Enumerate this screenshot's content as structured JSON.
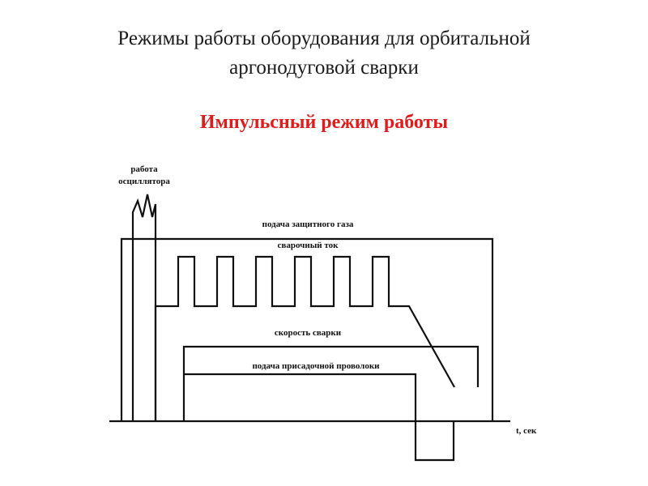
{
  "header": {
    "title_line1": "Режимы работы оборудования для орбитальной",
    "title_line2": "аргонодуговой сварки",
    "subtitle": "Импульсный режим работы"
  },
  "diagram": {
    "oscillator_label_line1": "работа",
    "oscillator_label_line2": "осциллятора",
    "gas_label": "подача защитного газа",
    "current_label": "сварочный ток",
    "speed_label": "скорость сварки",
    "wire_label": "подача присадочной проволоки",
    "axis_label": "t, сек",
    "current_pulses": 6,
    "colors": {
      "line": "#111111",
      "subtitle": "#e21a1a"
    }
  }
}
